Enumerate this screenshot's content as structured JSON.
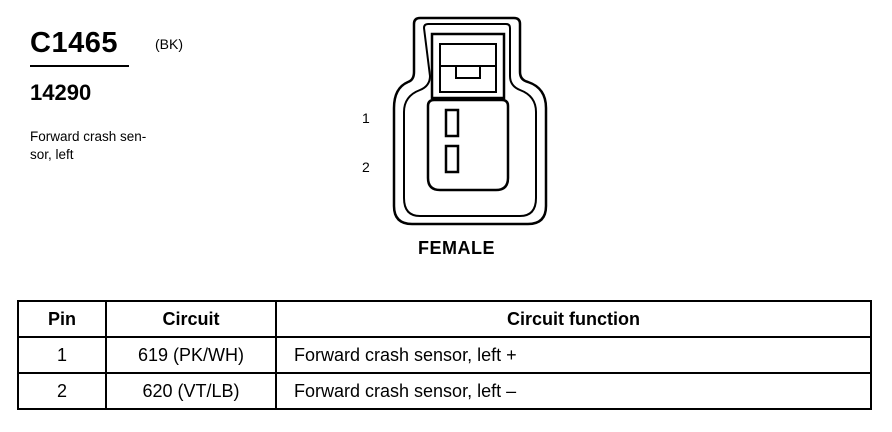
{
  "connector": {
    "id": "C1465",
    "color_code": "(BK)",
    "part_number": "14290",
    "description": "Forward crash sen-\nsor, left",
    "gender": "FEMALE",
    "pin_labels": [
      "1",
      "2"
    ]
  },
  "table": {
    "headers": {
      "pin": "Pin",
      "circuit": "Circuit",
      "function": "Circuit function"
    },
    "rows": [
      {
        "pin": "1",
        "circuit": "619 (PK/WH)",
        "function": "Forward crash sensor, left +"
      },
      {
        "pin": "2",
        "circuit": "620 (VT/LB)",
        "function": "Forward crash sensor, left –"
      }
    ]
  }
}
